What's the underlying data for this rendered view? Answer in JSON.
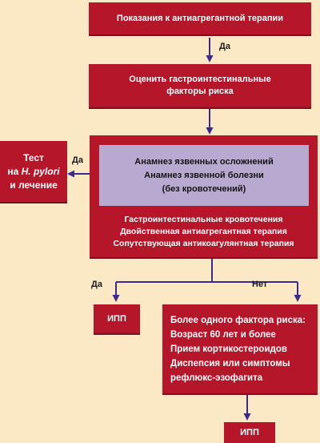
{
  "nodes": {
    "indications": "Показания к антиагрегантной терапии",
    "assess": [
      "Оценить гастроинтестинальные",
      "факторы риска"
    ],
    "history": [
      "Анамнез язвенных осложнений",
      "Анамнез язвенной болезни",
      "(без кровотечений)"
    ],
    "risk_list": [
      "Гастроинтестинальные кровотечения",
      "Двойственная антиагрегантная терапия",
      "Сопутствующая антикоагулянтная терапия"
    ],
    "test": {
      "line1": "Тест",
      "line2_prefix": "на ",
      "line2_italic": "H. pylori",
      "line3": "и лечение"
    },
    "ppi_left": "ИПП",
    "multi_risk": [
      "Более одного фактора риска:",
      "Возраст 60 лет и более",
      "Прием кортикостероидов",
      "Диспепсия или симптомы",
      "рефлюкс-эзофагита"
    ],
    "ppi_bottom": "ИПП"
  },
  "labels": {
    "yes_top": "Да",
    "yes_left": "Да",
    "yes_branch": "Да",
    "no_branch": "Нет"
  },
  "colors": {
    "box": "#b5162a",
    "history_box": "#b7a9cf",
    "arrow": "#3d2a8a",
    "background": "#fbe9c5"
  }
}
